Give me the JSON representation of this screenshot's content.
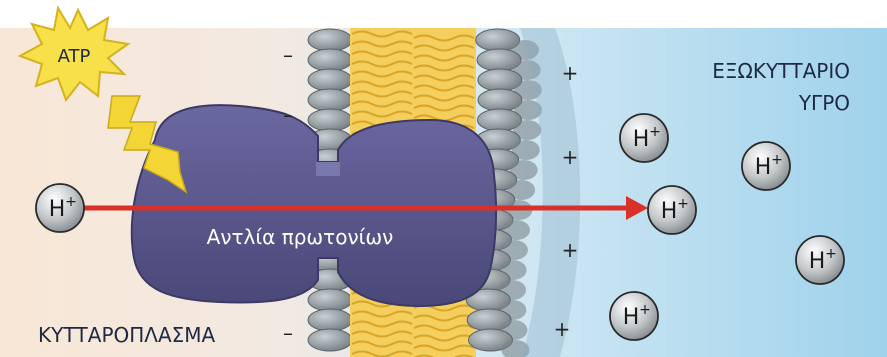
{
  "labels": {
    "atp": "ATP",
    "pump": "Αντλία πρωτονίων",
    "cytoplasm": "ΚΥΤΤΑΡΟΠΛΑΣΜΑ",
    "extracellular_line1": "ΕΞΩΚΥΤΤΑΡΙΟ",
    "extracellular_line2": "ΥΓΡΟ"
  },
  "ion": {
    "base": "H",
    "superscript": "+"
  },
  "charges": {
    "negative": "–",
    "positive": "+"
  },
  "colors": {
    "cytoplasm": "#f6e6d6",
    "extracellular": "#a9d6ee",
    "pump": "#5c5a8c",
    "arrow": "#d9302a",
    "lipid_head": "#9aa3a8",
    "lipid_tail": "#f0c64a",
    "atp_burst": "#f7e04a"
  }
}
